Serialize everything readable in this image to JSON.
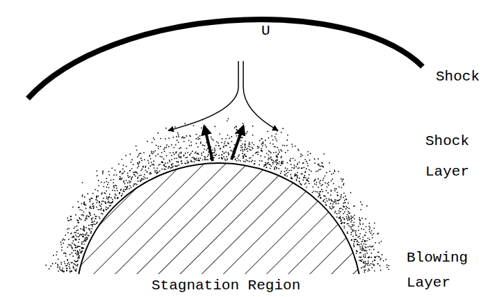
{
  "diagram": {
    "labels": [
      "U",
      "Shock",
      "Shock Layer",
      "Blowing Layer",
      "Stagnation Region"
    ]
  }
}
